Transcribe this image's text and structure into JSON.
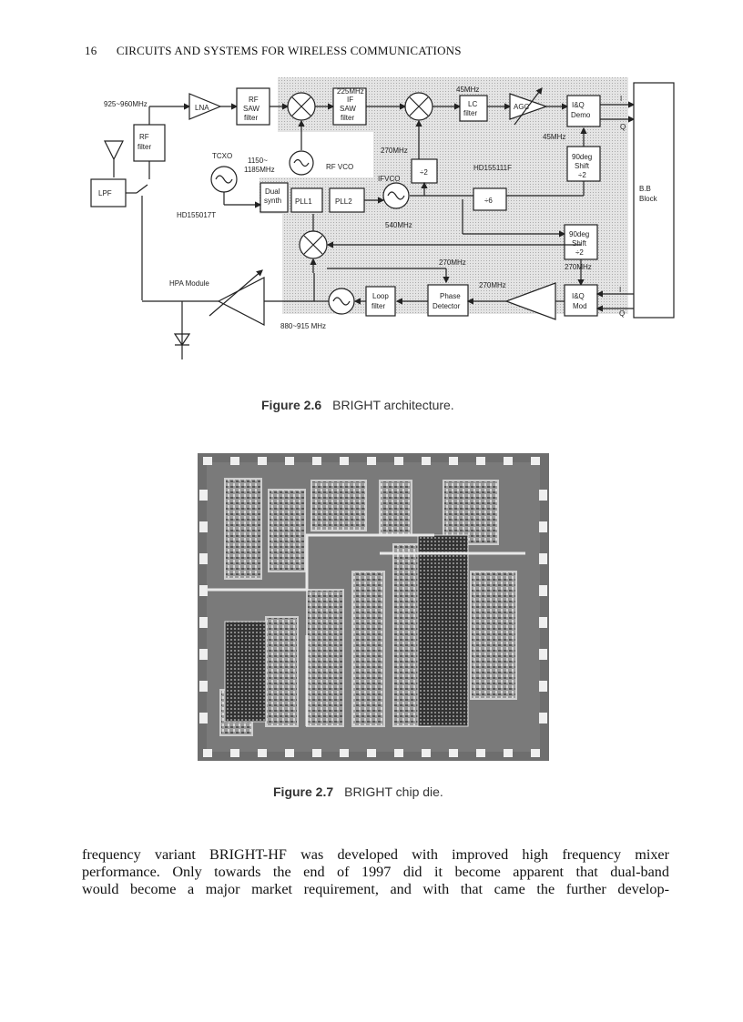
{
  "running_head": {
    "page_number": "16",
    "title": "CIRCUITS AND SYSTEMS FOR WIRELESS COMMUNICATIONS"
  },
  "figure_6": {
    "label": "Figure 2.6",
    "caption": "BRIGHT architecture.",
    "blocks": {
      "lna": "LNA",
      "rf_saw_1": "RF",
      "rf_saw_2": "SAW",
      "rf_saw_3": "filter",
      "if_saw_1": "IF",
      "if_saw_2": "SAW",
      "if_saw_3": "filter",
      "lc_1": "LC",
      "lc_2": "filter",
      "agc": "AGC",
      "iq_demo_1": "I&Q",
      "iq_demo_2": "Demo",
      "rf_filter_1": "RF",
      "rf_filter_2": "filter",
      "lpf": "LPF",
      "div2": "÷2",
      "shift_1": "90deg",
      "shift_2": "Shift",
      "shift_3": "÷2",
      "div6": "÷6",
      "dual_1": "Dual",
      "dual_2": "synth",
      "pll1": "PLL1",
      "pll2": "PLL2",
      "shift2_1": "90deg",
      "shift2_2": "Shift",
      "shift2_3": "÷2",
      "bb_1": "B.B",
      "bb_2": "Block",
      "phase_1": "Phase",
      "phase_2": "Detector",
      "loop_1": "Loop",
      "loop_2": "filter",
      "iq_mod_1": "I&Q",
      "iq_mod_2": "Mod"
    },
    "labels": {
      "freq_rx": "925~960MHz",
      "f225": "225MHz",
      "f45": "45MHz",
      "f45b": "45MHz",
      "f270": "270MHz",
      "tcxo": "TCXO",
      "rfvco_range_1": "1150~",
      "rfvco_range_2": "1185MHz",
      "rf_vco": "RF VCO",
      "if_vco": "IFVCO",
      "hd155111f": "HD155111F",
      "hd155017t": "HD155017T",
      "f540": "540MHz",
      "f270b": "270MHz",
      "f270c": "270MHz",
      "f270d": "270MHz",
      "hpa": "HPA Module",
      "freq_tx": "880~915 MHz",
      "i_out": "I",
      "q_out": "Q",
      "i_in": "I",
      "q_in": "Q"
    }
  },
  "figure_7": {
    "label": "Figure 2.7",
    "caption": "BRIGHT chip die."
  },
  "body": {
    "line1": "frequency variant BRIGHT-HF was developed with improved high frequency mixer",
    "line2": "performance. Only towards the end of 1997 did it become apparent that dual-band",
    "line3": "would become a major market requirement, and with that came the further develop-"
  }
}
